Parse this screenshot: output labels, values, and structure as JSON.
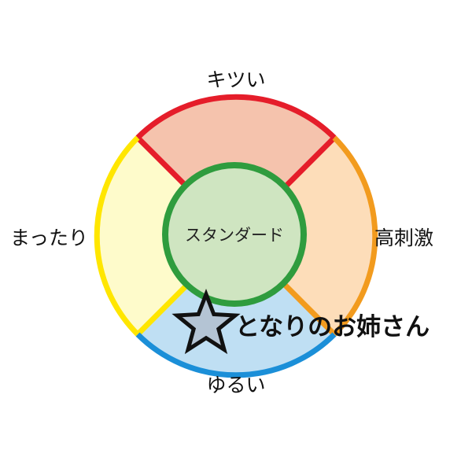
{
  "diagram": {
    "segments": [
      {
        "id": "top",
        "label": "キツい",
        "fill": "#f5c3ad",
        "stroke": "#e51d2a"
      },
      {
        "id": "right",
        "label": "高刺激",
        "fill": "#fdddb9",
        "stroke": "#f29b1e"
      },
      {
        "id": "bottom",
        "label": "ゆるい",
        "fill": "#bfdff3",
        "stroke": "#1b8fd8"
      },
      {
        "id": "left",
        "label": "まったり",
        "fill": "#fefbcb",
        "stroke": "#ffe600"
      }
    ],
    "center": {
      "label": "スタンダード",
      "fill": "#cfe5c1",
      "stroke": "#2f9c3e"
    },
    "marker": {
      "label": "となりのお姉さん",
      "star_fill": "#b4c4d4",
      "star_stroke": "#111111"
    }
  }
}
